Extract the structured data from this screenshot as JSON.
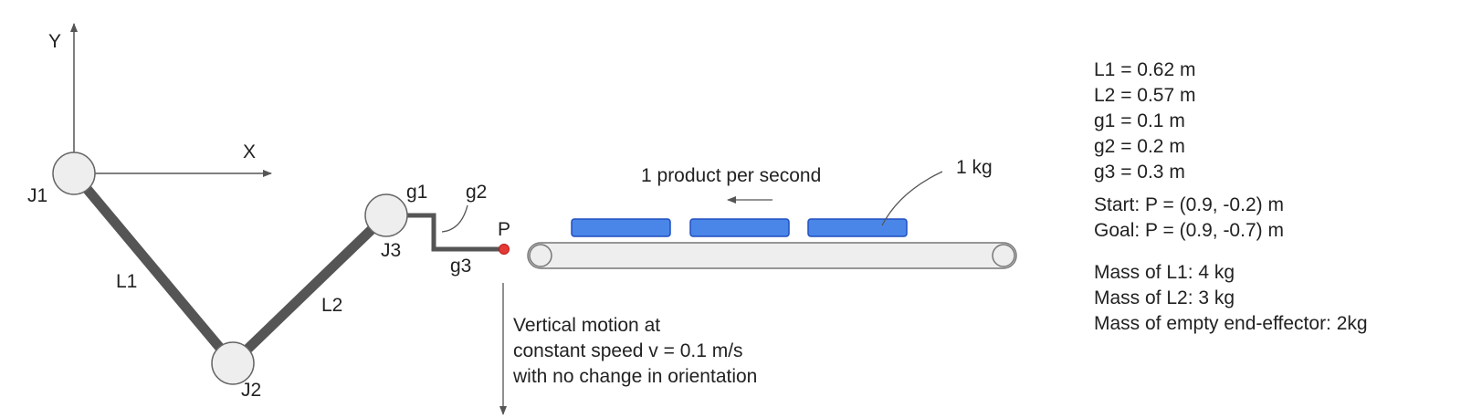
{
  "axes": {
    "x_label": "X",
    "y_label": "Y"
  },
  "joints": {
    "j1": "J1",
    "j2": "J2",
    "j3": "J3"
  },
  "links": {
    "l1": "L1",
    "l2": "L2"
  },
  "gripper": {
    "g1": "g1",
    "g2": "g2",
    "g3": "g3",
    "point": "P"
  },
  "conveyor": {
    "rate_label": "1 product per second",
    "product_mass_label": "1 kg"
  },
  "motion": {
    "lines": [
      "Vertical motion at",
      "constant speed v = 0.1 m/s",
      "with no change in orientation"
    ]
  },
  "params": {
    "dimensions": [
      "L1 = 0.62 m",
      "L2 = 0.57 m",
      "g1 = 0.1 m",
      "g2 = 0.2 m",
      "g3 = 0.3 m"
    ],
    "positions": [
      "Start: P = (0.9, -0.2) m",
      "Goal: P = (0.9, -0.7) m"
    ],
    "masses": [
      "Mass of L1: 4 kg",
      "Mass of L2: 3 kg",
      "Mass of empty end-effector: 2kg"
    ]
  },
  "colors": {
    "link": "#555555",
    "joint_fill": "#eeeeee",
    "product": "#4a86e8",
    "point": "#e53935"
  }
}
